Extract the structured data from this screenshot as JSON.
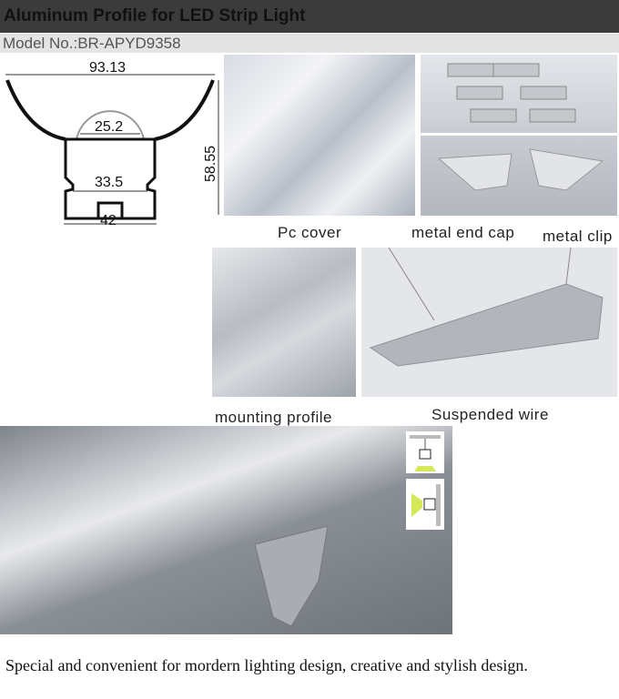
{
  "header": {
    "title": "Aluminum Profile for LED Strip Light"
  },
  "model": {
    "text": "Model No.:BR-APYD9358"
  },
  "diagram": {
    "dimensions": {
      "width_top": "93.13",
      "lens_width": "25.2",
      "height": "58.55",
      "inner_width": "33.5",
      "base_width": "42"
    }
  },
  "labels": {
    "pc_cover": "Pc cover",
    "end_cap": "metal end cap",
    "clip": "metal clip",
    "mounting": "mounting profile",
    "suspended": "Suspended wire"
  },
  "caption": "Special and convenient for mordern lighting design, creative and stylish design."
}
